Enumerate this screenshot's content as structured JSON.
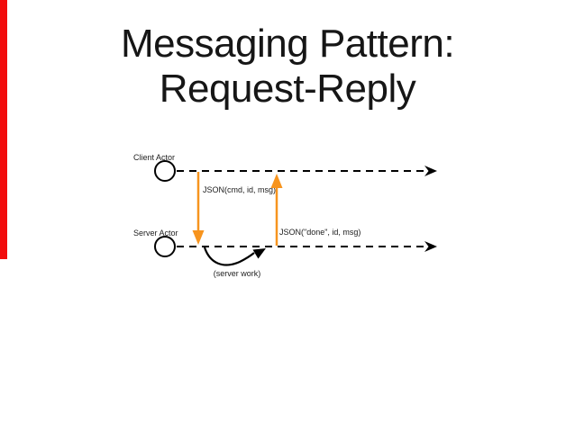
{
  "slide": {
    "title_line1": "Messaging Pattern:",
    "title_line2": "Request-Reply",
    "accent_bar_color": "#f20d0d",
    "background_color": "#ffffff"
  },
  "diagram": {
    "actors": [
      {
        "name": "Client Actor"
      },
      {
        "name": "Server Actor"
      }
    ],
    "messages": {
      "request_label": "JSON(cmd, id, msg)",
      "reply_label": "JSON(\"done\", id, msg)",
      "server_work_label": "(server work)"
    },
    "colors": {
      "message_arrow": "#f7941e",
      "line": "#000000"
    }
  }
}
